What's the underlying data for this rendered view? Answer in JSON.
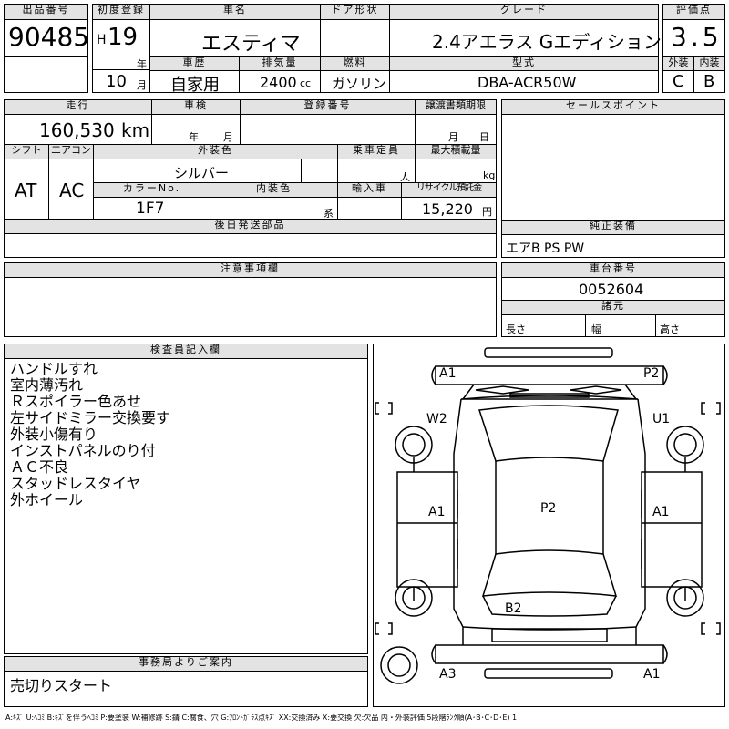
{
  "lot": {
    "label": "出品番号",
    "value": "90485"
  },
  "first_reg": {
    "label": "初度登録",
    "era": "H",
    "year": "19",
    "year_unit": "年",
    "month": "10",
    "month_unit": "月"
  },
  "car_name": {
    "label": "車名",
    "value": "エスティマ"
  },
  "door": {
    "label": "ドア形状",
    "value": ""
  },
  "grade": {
    "label": "グレード",
    "value": "2.4アエラス Gエディション"
  },
  "score": {
    "label": "評価点",
    "value": "3.5"
  },
  "history": {
    "label": "車歴",
    "value": "自家用"
  },
  "displacement": {
    "label": "排気量",
    "value": "2400",
    "unit": "cc"
  },
  "fuel": {
    "label": "燃料",
    "value": "ガソリン"
  },
  "model": {
    "label": "型式",
    "value": "DBA-ACR50W"
  },
  "exterior_grade": {
    "label": "外装",
    "value": "C"
  },
  "interior_grade": {
    "label": "内装",
    "value": "B"
  },
  "mileage": {
    "label": "走行",
    "value": "160,530",
    "unit": "km"
  },
  "inspection": {
    "label": "車検",
    "year_unit": "年",
    "month_unit": "月"
  },
  "reg_number": {
    "label": "登録番号",
    "value": ""
  },
  "transfer": {
    "label": "譲渡書類期限",
    "month_unit": "月",
    "day_unit": "日"
  },
  "shift": {
    "label": "シフト",
    "value": "AT"
  },
  "aircon": {
    "label": "エアコン",
    "value": "AC"
  },
  "exterior_color": {
    "label": "外装色",
    "value": "シルバー"
  },
  "capacity": {
    "label": "乗車定員",
    "unit": "人"
  },
  "max_load": {
    "label": "最大積載量",
    "unit": "kg"
  },
  "color_no": {
    "label": "カラーNo.",
    "value": "1F7"
  },
  "interior_color": {
    "label": "内装色",
    "unit": "系"
  },
  "import": {
    "label": "輸入車",
    "value": ""
  },
  "recycle": {
    "label": "リサイクル預託金",
    "value": "15,220",
    "unit": "円"
  },
  "later_parts": {
    "label": "後日発送部品",
    "value": ""
  },
  "sales_points": {
    "label": "セールスポイント",
    "value": ""
  },
  "equipment": {
    "label": "純正装備",
    "value": "エアB PS PW"
  },
  "cautions": {
    "label": "注意事項欄",
    "value": ""
  },
  "chassis": {
    "label": "車台番号",
    "value": "0052604"
  },
  "dimensions": {
    "label": "諸元",
    "length": "長さ",
    "width": "幅",
    "height": "高さ"
  },
  "inspector": {
    "label": "検査員記入欄",
    "notes": [
      "ハンドルすれ",
      "室内薄汚れ",
      "Ｒスポイラー色あせ",
      "左サイドミラー交換要す",
      "外装小傷有り",
      "インストパネルのり付",
      "ＡＣ不良",
      "スタッドレスタイヤ",
      "外ホイール"
    ]
  },
  "office": {
    "label": "事務局よりご案内",
    "value": "売切りスタート"
  },
  "diagram_marks": {
    "front_left": "A1",
    "front_right": "P2",
    "left_front": "W2",
    "right_front": "U1",
    "left_side": "A1",
    "right_side": "A1",
    "roof": "P2",
    "rear": "B2",
    "rear_left": "A3",
    "rear_right": "A1"
  },
  "legend": "A:ｷｽﾞ U:ﾍｺﾐ B:ｷｽﾞを伴うﾍｺﾐ P:要塗装 W:補修跡 S:錆 C:腐食、穴 G:ﾌﾛﾝﾄｶﾞﾗｽ点ｷｽﾞ XX:交換済み X:要交換 欠:欠品 内・外装評価 5段階ﾗﾝｸ順(A･B･C･D･E) 1"
}
